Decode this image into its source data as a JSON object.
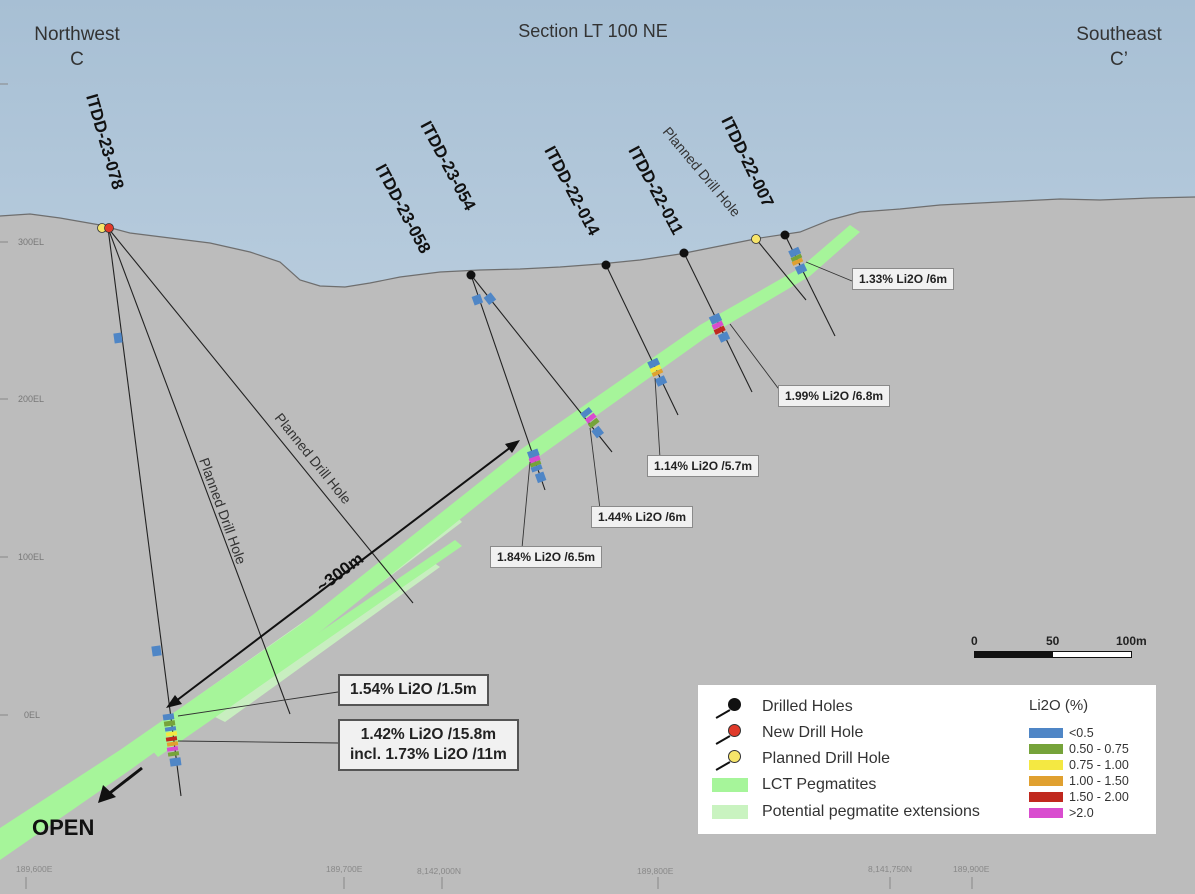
{
  "section_title": "Section LT 100 NE",
  "left_end": {
    "name": "Northwest",
    "letter": "C"
  },
  "right_end": {
    "name": "Southeast",
    "letter": "C’"
  },
  "elevation_labels": [
    "300EL",
    "200EL",
    "100EL",
    "0EL"
  ],
  "easting_labels": [
    "189,600E",
    "189,700E",
    "8,142,000N",
    "189,800E",
    "8,141,750N",
    "189,900E"
  ],
  "hole_labels": {
    "h078": "ITDD-23-078",
    "h054": "ITDD-23-054",
    "h058": "ITDD-23-058",
    "h014": "ITDD-22-014",
    "h011": "ITDD-22-011",
    "h007": "ITDD-22-007"
  },
  "planned_label": "Planned Drill Hole",
  "distance_label": "~300m",
  "open_label": "OPEN",
  "intercepts": {
    "i007": "1.33% Li2O /6m",
    "i011": "1.99% Li2O /6.8m",
    "i014": "1.14% Li2O /5.7m",
    "i054": "1.44% Li2O /6m",
    "i058": "1.84% Li2O /6.5m",
    "i078a": "1.54% Li2O /1.5m",
    "i078b_line1": "1.42% Li2O /15.8m",
    "i078b_line2": "incl. 1.73% Li2O /11m"
  },
  "scale_bar": {
    "zero": "0",
    "mid": "50",
    "end": "100m"
  },
  "legend": {
    "drilled": "Drilled Holes",
    "new": "New Drill Hole",
    "planned": "Planned Drill Hole",
    "lct": "LCT Pegmatites",
    "potential": "Potential pegmatite extensions",
    "grade_title": "Li2O (%)",
    "grades": [
      {
        "label": "<0.5",
        "color": "#4f86c6"
      },
      {
        "label": "0.50 - 0.75",
        "color": "#76a33a"
      },
      {
        "label": "0.75 - 1.00",
        "color": "#f4e842"
      },
      {
        "label": "1.00 - 1.50",
        "color": "#e0a030"
      },
      {
        "label": "1.50 - 2.00",
        "color": "#c0281e"
      },
      {
        "label": ">2.0",
        "color": "#d94ccf"
      }
    ]
  },
  "colors": {
    "sky_top": "#a9c1d6",
    "ground": "#bcbcbc",
    "pegmatite": "#a6f59a",
    "pegmatite_potential": "#c9f3c0",
    "drilled_marker": "#111111",
    "new_marker": "#e03a2a",
    "planned_marker": "#f7e56a"
  }
}
